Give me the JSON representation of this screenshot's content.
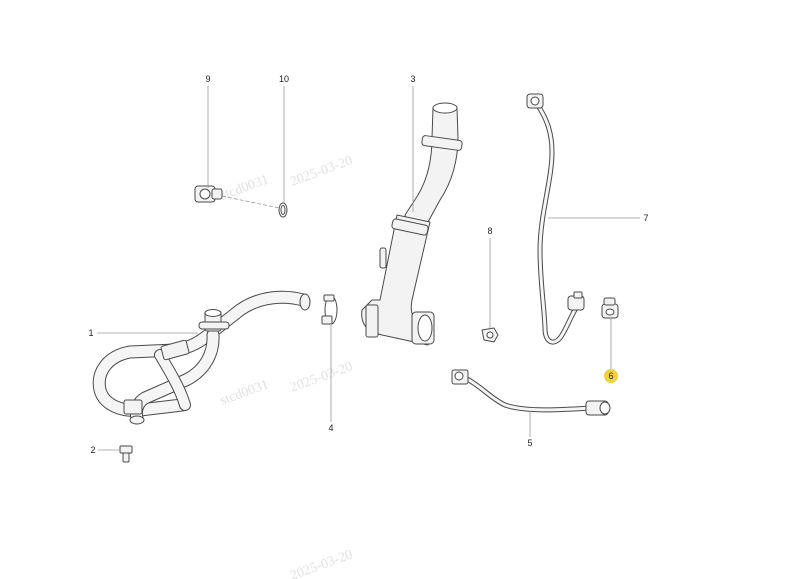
{
  "watermarks": {
    "wm1": "stcd0031",
    "wm2": "2025-03-20",
    "wm3": "stcd0031",
    "wm4": "2025-03-20",
    "wm5": "2025-03-20"
  },
  "callouts": {
    "c1": "1",
    "c2": "2",
    "c3": "3",
    "c4": "4",
    "c5": "5",
    "c6": "6",
    "c7": "7",
    "c8": "8",
    "c9": "9",
    "c10": "10"
  },
  "highlight_color": "#f2d23a",
  "highlighted_callout": "6"
}
